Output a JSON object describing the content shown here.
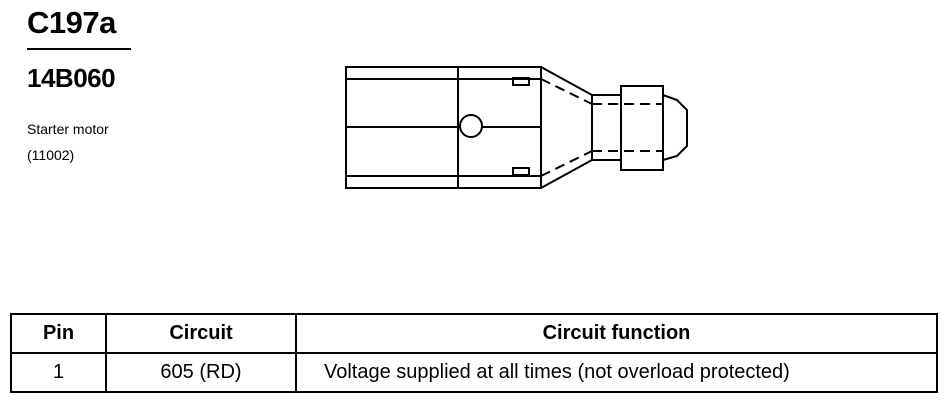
{
  "connector": {
    "id": "C197a",
    "part_number": "14B060",
    "description": "Starter motor",
    "description_code": "(11002)"
  },
  "table": {
    "headers": {
      "pin": "Pin",
      "circuit": "Circuit",
      "function": "Circuit function"
    },
    "rows": [
      {
        "pin": "1",
        "circuit": "605 (RD)",
        "function": "Voltage supplied at all times (not overload protected)"
      }
    ]
  }
}
